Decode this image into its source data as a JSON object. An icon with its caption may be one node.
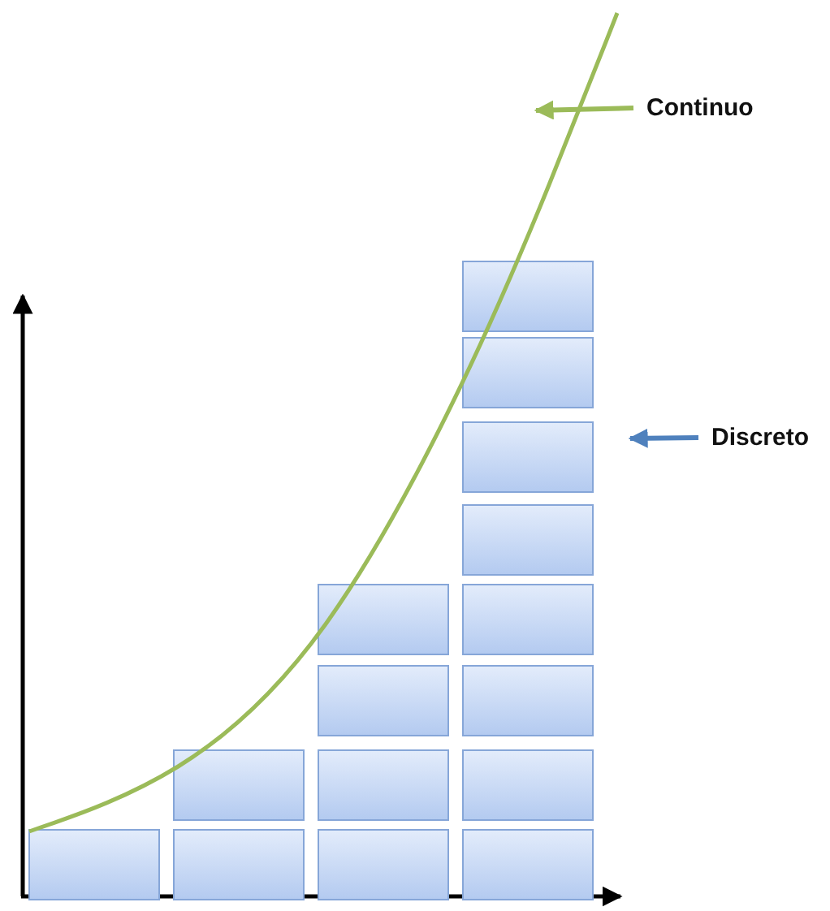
{
  "diagram": {
    "nodes": [
      {
        "text": [
          "Continuo"
        ]
      },
      {
        "text": [
          "Discreto"
        ]
      }
    ],
    "edges": [
      {
        "from": 0,
        "to": null,
        "arrow": "to",
        "color": "#9bbb59"
      },
      {
        "from": 1,
        "to": null,
        "arrow": "to",
        "color": "#4f81bd"
      }
    ]
  }
}
